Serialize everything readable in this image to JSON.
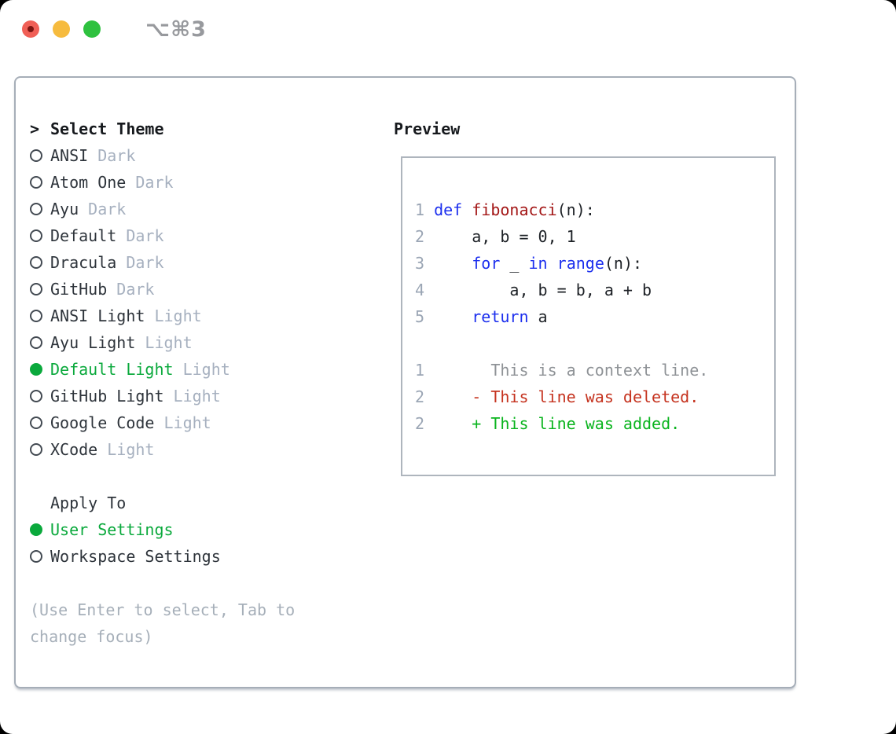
{
  "titlebar": {
    "shortcut": "⌥⌘3",
    "close_label": "close",
    "minimize_label": "minimize",
    "zoom_label": "zoom"
  },
  "theme_picker": {
    "prompt": ">",
    "title": "Select Theme",
    "themes": [
      {
        "name": "ANSI",
        "tag": "Dark",
        "selected": false
      },
      {
        "name": "Atom One",
        "tag": "Dark",
        "selected": false
      },
      {
        "name": "Ayu",
        "tag": "Dark",
        "selected": false
      },
      {
        "name": "Default",
        "tag": "Dark",
        "selected": false
      },
      {
        "name": "Dracula",
        "tag": "Dark",
        "selected": false
      },
      {
        "name": "GitHub",
        "tag": "Dark",
        "selected": false
      },
      {
        "name": "ANSI Light",
        "tag": "Light",
        "selected": false
      },
      {
        "name": "Ayu Light",
        "tag": "Light",
        "selected": false
      },
      {
        "name": "Default Light",
        "tag": "Light",
        "selected": true
      },
      {
        "name": "GitHub Light",
        "tag": "Light",
        "selected": false
      },
      {
        "name": "Google Code",
        "tag": "Light",
        "selected": false
      },
      {
        "name": "XCode",
        "tag": "Light",
        "selected": false
      }
    ],
    "apply_to": {
      "title": "Apply To",
      "options": [
        {
          "label": "User Settings",
          "selected": true
        },
        {
          "label": "Workspace Settings",
          "selected": false
        }
      ]
    },
    "help_text": "(Use Enter to select, Tab to change focus)"
  },
  "preview": {
    "title": "Preview",
    "code_lines": [
      {
        "segments": [
          {
            "c": "lineno",
            "t": "1 "
          },
          {
            "c": "keyword",
            "t": "def "
          },
          {
            "c": "function",
            "t": "fibonacci"
          },
          {
            "c": "plain",
            "t": "(n):"
          }
        ]
      },
      {
        "segments": [
          {
            "c": "lineno",
            "t": "2 "
          },
          {
            "c": "plain",
            "t": "    a, b = 0, 1"
          }
        ]
      },
      {
        "segments": [
          {
            "c": "lineno",
            "t": "3 "
          },
          {
            "c": "plain",
            "t": "    "
          },
          {
            "c": "keyword",
            "t": "for"
          },
          {
            "c": "plain",
            "t": " _ "
          },
          {
            "c": "keyword",
            "t": "in"
          },
          {
            "c": "plain",
            "t": " "
          },
          {
            "c": "keyword",
            "t": "range"
          },
          {
            "c": "plain",
            "t": "(n):"
          }
        ]
      },
      {
        "segments": [
          {
            "c": "lineno",
            "t": "4 "
          },
          {
            "c": "plain",
            "t": "        a, b = b, a + b"
          }
        ]
      },
      {
        "segments": [
          {
            "c": "lineno",
            "t": "5 "
          },
          {
            "c": "plain",
            "t": "    "
          },
          {
            "c": "keyword",
            "t": "return"
          },
          {
            "c": "plain",
            "t": " a"
          }
        ]
      }
    ],
    "diff_lines": [
      {
        "segments": [
          {
            "c": "lineno",
            "t": "1"
          },
          {
            "c": "context",
            "t": "       This is a context line."
          }
        ]
      },
      {
        "segments": [
          {
            "c": "lineno",
            "t": "2"
          },
          {
            "c": "deleted",
            "t": "     - This line was deleted."
          }
        ]
      },
      {
        "segments": [
          {
            "c": "lineno",
            "t": "2"
          },
          {
            "c": "added",
            "t": "     + This line was added."
          }
        ]
      }
    ]
  },
  "colors": {
    "selected_green": "#0aa93c",
    "keyword_blue": "#1c2fee",
    "function_red": "#a31616",
    "lineno_gray": "#9aa5b4",
    "context_gray": "#8e9296",
    "deleted_red": "#c5331f",
    "added_green": "#0ab41e",
    "tag_gray": "#a6b0bf",
    "text_dark": "#2e343b",
    "help_gray": "#a6afb9",
    "border_gray": "#a6aeb8",
    "traffic_red": "#f05f56",
    "traffic_yellow": "#f6bb3e",
    "traffic_green": "#2ec13f"
  }
}
